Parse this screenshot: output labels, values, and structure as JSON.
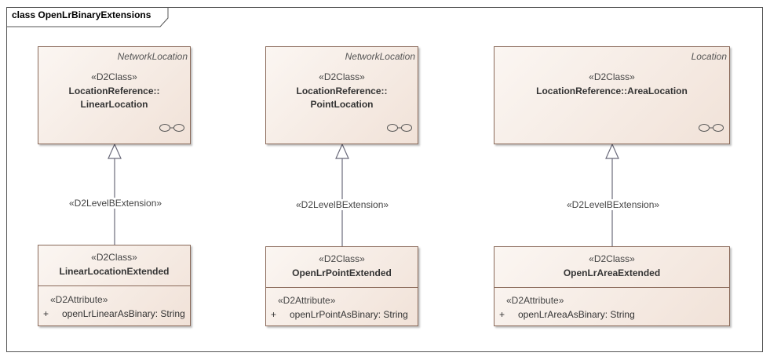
{
  "frame": {
    "title": "class OpenLrBinaryExtensions"
  },
  "classes": [
    {
      "parent": "NetworkLocation",
      "stereotype": "«D2Class»",
      "name_lines": [
        "LocationReference::",
        "LinearLocation"
      ]
    },
    {
      "parent": "NetworkLocation",
      "stereotype": "«D2Class»",
      "name_lines": [
        "LocationReference::",
        "PointLocation"
      ]
    },
    {
      "parent": "Location",
      "stereotype": "«D2Class»",
      "name_lines": [
        "LocationReference::AreaLocation"
      ]
    }
  ],
  "extensions": [
    {
      "stereotype": "«D2Class»",
      "name": "LinearLocationExtended",
      "attr_stereotype": "«D2Attribute»",
      "attr_visibility": "+",
      "attr_text": "openLrLinearAsBinary: String"
    },
    {
      "stereotype": "«D2Class»",
      "name": "OpenLrPointExtended",
      "attr_stereotype": "«D2Attribute»",
      "attr_visibility": "+",
      "attr_text": "openLrPointAsBinary: String"
    },
    {
      "stereotype": "«D2Class»",
      "name": "OpenLrAreaExtended",
      "attr_stereotype": "«D2Attribute»",
      "attr_visibility": "+",
      "attr_text": "openLrAreaAsBinary: String"
    }
  ],
  "links": [
    {
      "label": "«D2LevelBExtension»"
    },
    {
      "label": "«D2LevelBExtension»"
    },
    {
      "label": "«D2LevelBExtension»"
    }
  ]
}
